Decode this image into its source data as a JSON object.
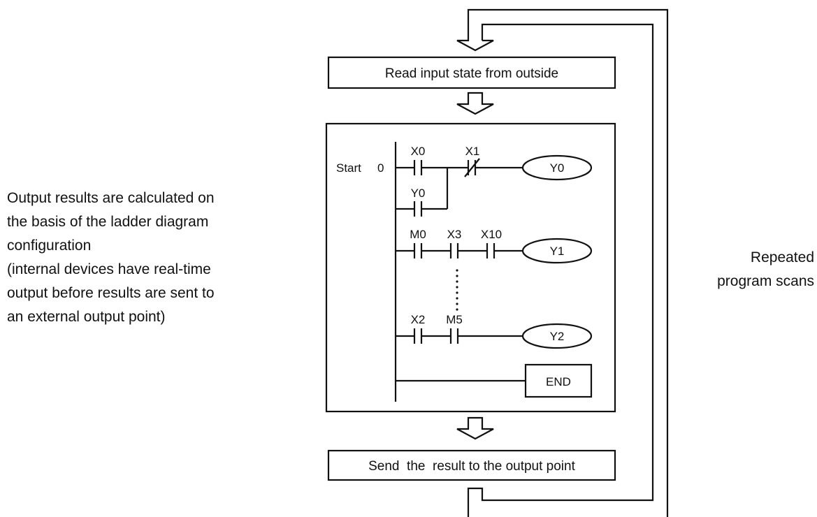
{
  "left_description": [
    "Output results are calculated on",
    "the basis of the ladder diagram",
    "configuration",
    "(internal devices have real-time",
    "output before results are sent to",
    "an external output point)"
  ],
  "right_description": [
    "Repeated",
    "program scans"
  ],
  "steps": {
    "read_input": "Read input state from outside",
    "send_output": "Send  the  result to the output point"
  },
  "ladder": {
    "start_label": "Start",
    "step_number": "0",
    "rung1": {
      "contact1": "X0",
      "contact2": "X1",
      "coil": "Y0",
      "parallel_contact": "Y0"
    },
    "rung2": {
      "contact1": "M0",
      "contact2": "X3",
      "contact3": "X10",
      "coil": "Y1"
    },
    "rung3": {
      "contact1": "X2",
      "contact2": "M5",
      "coil": "Y2"
    },
    "end_label": "END"
  }
}
